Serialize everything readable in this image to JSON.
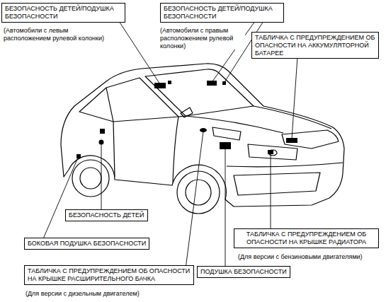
{
  "diagram": {
    "nodes": [
      {
        "text": [
          "БЕЗОПАСНОСТЬ ДЕТЕЙ/ПОДУШКА БЕЗОПАСНОСТИ"
        ]
      },
      {
        "text": [
          "БЕЗОПАСНОСТЬ ДЕТЕЙ/ПОДУШКА БЕЗОПАСНОСТИ"
        ]
      },
      {
        "text": [
          "ТАБЛИЧКА С ПРЕДУПРЕЖДЕНИЕМ ОБ ОПАСНОСТИ НА АККУМУЛЯТОРНОЙ БАТАРЕЕ"
        ]
      },
      {
        "text": [
          "БЕЗОПАСНОСТЬ ДЕТЕЙ"
        ]
      },
      {
        "text": [
          "БОКОВАЯ ПОДУШКА БЕЗОПАСНОСТИ"
        ]
      },
      {
        "text": [
          "ТАБЛИЧКА С ПРЕДУПРЕЖДЕНИЕМ ОБ ОПАСНОСТИ НА КРЫШКЕ РАДИАТОРА"
        ]
      },
      {
        "text": [
          "ТАБЛИЧКА С ПРЕДУПРЕЖДЕНИЕМ ОБ ОПАСНОСТИ НА КРЫШКЕ РАСШИРИТЕЛЬНОГО БАЧКА"
        ]
      },
      {
        "text": [
          "ПОДУШКА БЕЗОПАСНОСТИ"
        ]
      }
    ],
    "labels": [
      "(Автомобили с левым расположением рулевой колонки)",
      "(Автомобили с правым расположением рулевой колонки)",
      "(Для версии с бензиновыми двигателями)",
      "(Для версии с дизельным двигателем)"
    ]
  }
}
